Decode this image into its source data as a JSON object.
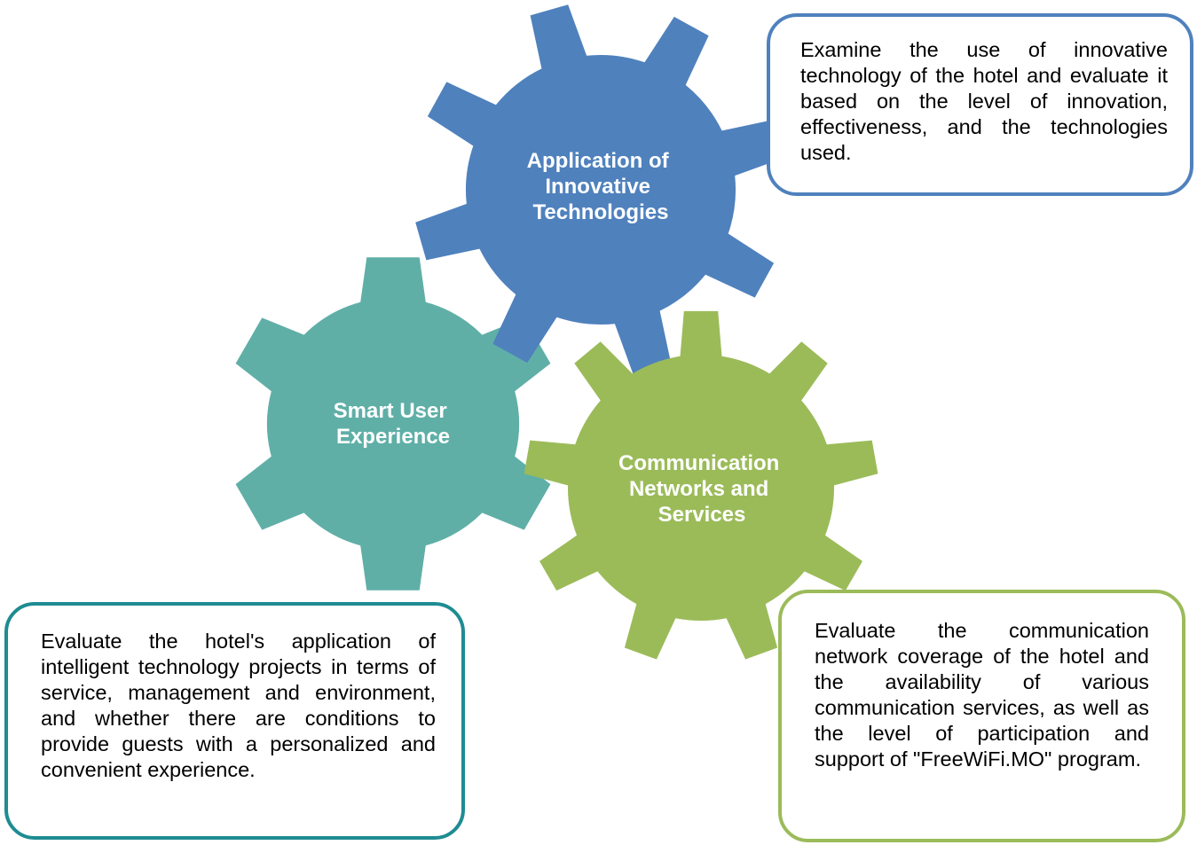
{
  "colors": {
    "innovative": "#4F81BD",
    "smart": "#5FAFA7",
    "communication": "#9BBB59",
    "smart_border": "#1E8C92",
    "innovative_border": "#4F81BD",
    "communication_border": "#9BBB59",
    "gear_text": "#FFFFFF"
  },
  "gears": {
    "innovative": {
      "lines": [
        "Application of",
        "Innovative",
        "Technologies"
      ]
    },
    "smart": {
      "lines": [
        "Smart User",
        "Experience"
      ]
    },
    "communication": {
      "lines": [
        "Communication",
        "Networks and",
        "Services"
      ]
    }
  },
  "descriptions": {
    "innovative": "Examine the use of innovative technology of the hotel and evaluate it based on the level of innovation, effectiveness, and the technologies used.",
    "smart": "Evaluate the hotel's application of intelligent technology projects in terms of service, management and environment, and whether there are conditions to provide guests with a personalized and convenient experience.",
    "communication": "Evaluate the communication network coverage of the hotel and the availability of various communication services, as well as the level of participation and support of \"FreeWiFi.MO\" program."
  }
}
